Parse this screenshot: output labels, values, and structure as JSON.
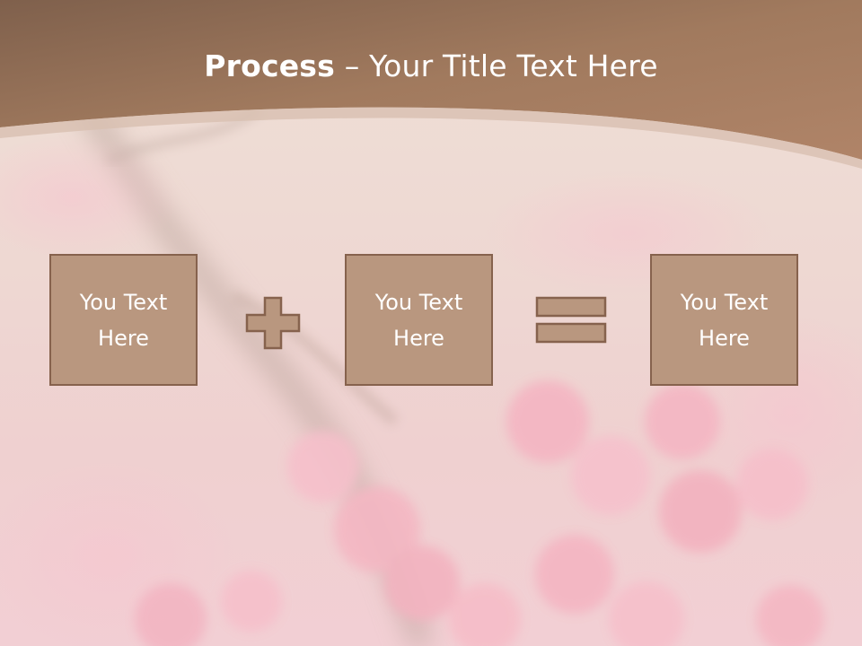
{
  "slide": {
    "title_bold": "Process",
    "title_separator": " – ",
    "title_rest": "Your Title Text Here"
  },
  "process": {
    "boxes": [
      {
        "text_line1": "You Text",
        "text_line2": "Here"
      },
      {
        "text_line1": "You Text",
        "text_line2": "Here"
      },
      {
        "text_line1": "You Text",
        "text_line2": "Here"
      }
    ],
    "operators": [
      "plus-icon",
      "equals-icon"
    ]
  },
  "colors": {
    "header": "#9e7458",
    "box_fill": "#b9977f",
    "box_border": "#86624d",
    "title_text": "#ffffff"
  }
}
